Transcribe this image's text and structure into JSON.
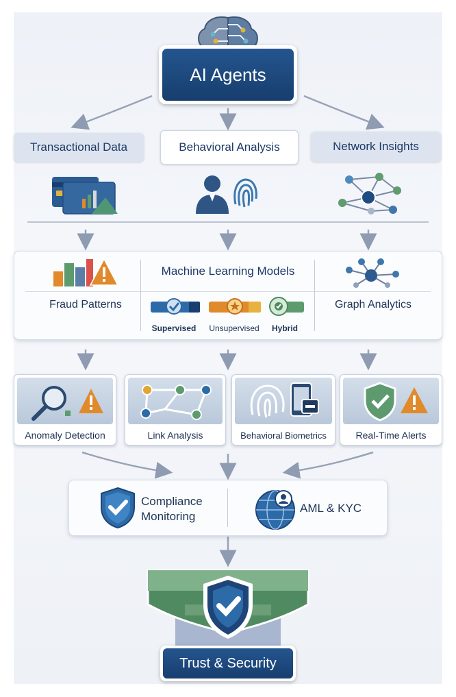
{
  "header": {
    "title": "AI Agents"
  },
  "sources": [
    {
      "label": "Transactional Data"
    },
    {
      "label": "Behavioral Analysis"
    },
    {
      "label": "Network Insights"
    }
  ],
  "ml_panel": {
    "title": "Machine Learning Models",
    "left_label": "Fraud Patterns",
    "right_label": "Graph Analytics",
    "models": [
      {
        "label": "Supervised"
      },
      {
        "label": "Unsupervised"
      },
      {
        "label": "Hybrid"
      }
    ]
  },
  "capabilities": [
    {
      "label": "Anomaly Detection"
    },
    {
      "label": "Link Analysis"
    },
    {
      "label": "Behavioral Biometrics"
    },
    {
      "label": "Real-Time Alerts"
    }
  ],
  "compliance": {
    "left_label_line1": "Compliance",
    "left_label_line2": "Monitoring",
    "right_label": "AML & KYC"
  },
  "footer": {
    "title": "Trust & Security"
  },
  "colors": {
    "navy": "#1d4577",
    "green": "#5d9a6e",
    "orange": "#e08a2c",
    "red": "#d9534a",
    "blue": "#2f6fa6"
  }
}
